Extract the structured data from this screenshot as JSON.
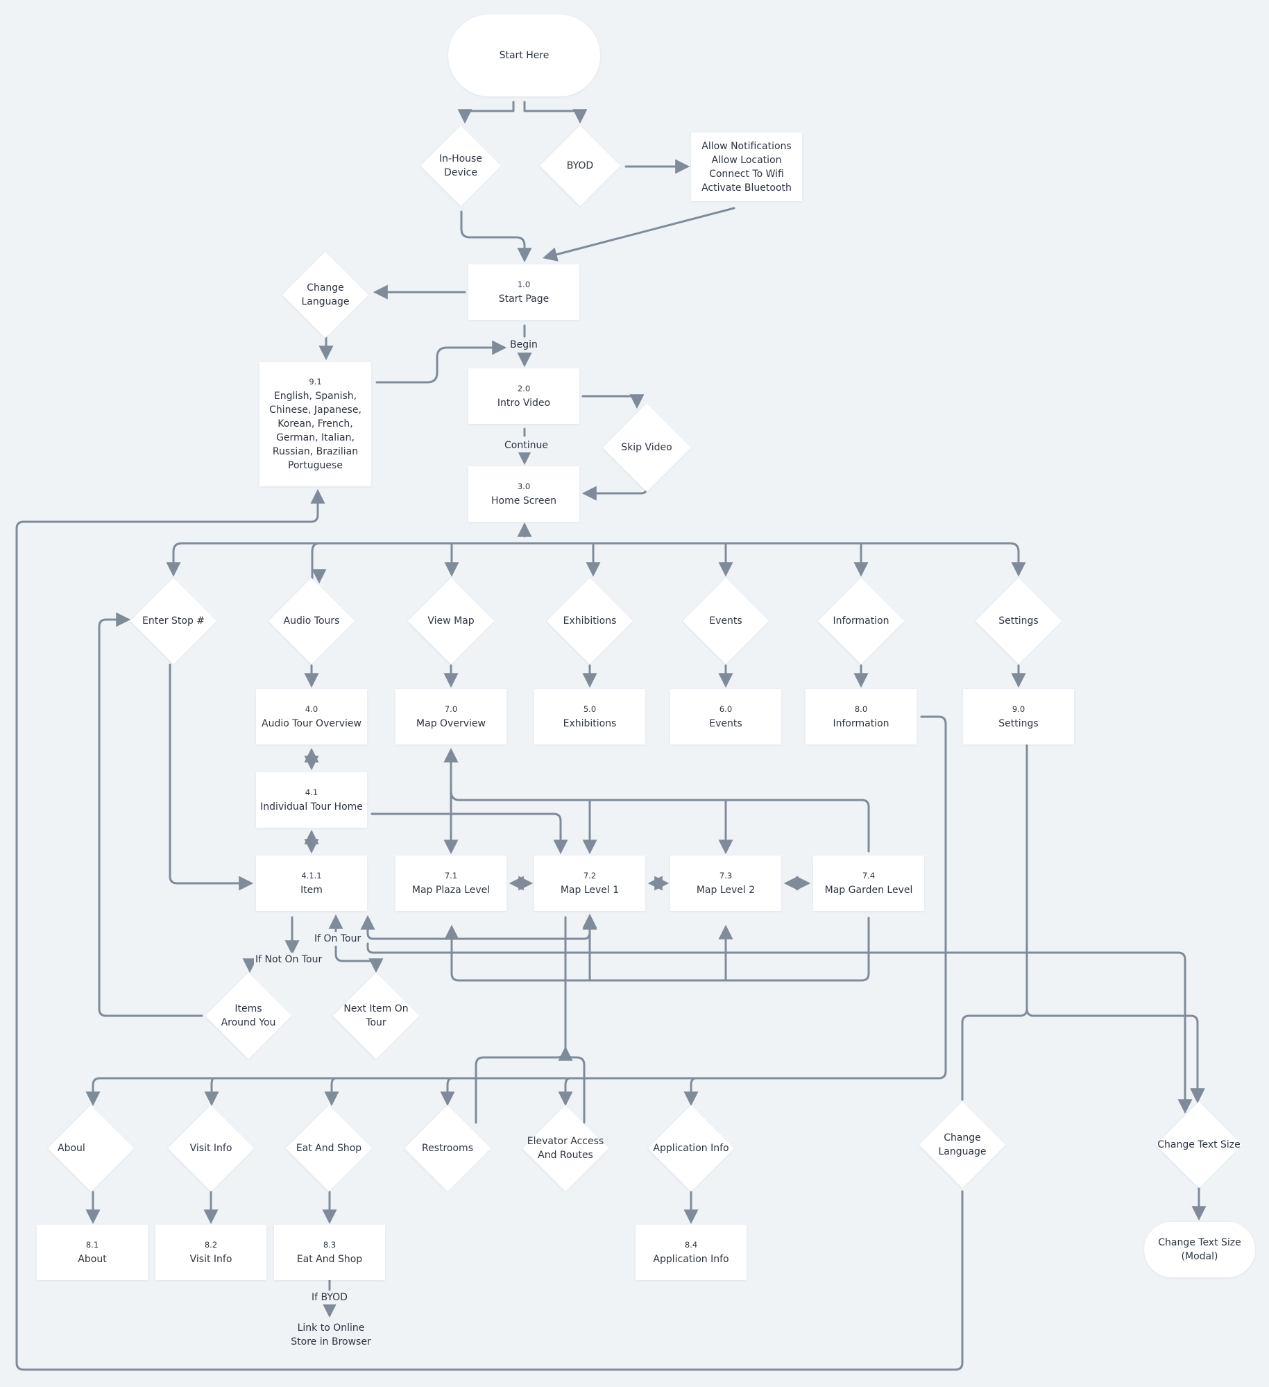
{
  "colors": {
    "background": "#eff3f6",
    "node_fill": "#ffffff",
    "connector": "#7f8b99",
    "text": "#2d3440"
  },
  "start": "Start Here",
  "entry": {
    "in_house": "In-House\nDevice",
    "byod": "BYOD",
    "permissions": "Allow Notifications\nAllow Location\nConnect To Wifi\nActivate Bluetooth"
  },
  "start_page": {
    "num": "1.0",
    "label": "Start Page"
  },
  "change_language_top": "Change\nLanguage",
  "languages": {
    "num": "9.1",
    "label": "English, Spanish,\nChinese, Japanese,\nKorean, French,\nGerman, Italian,\nRussian, Brazilian\nPortuguese"
  },
  "begin_label": "Begin",
  "intro_video": {
    "num": "2.0",
    "label": "Intro Video"
  },
  "skip_video": "Skip Video",
  "continue_label": "Continue",
  "home_screen": {
    "num": "3.0",
    "label": "Home Screen"
  },
  "menu": {
    "enter_stop": "Enter Stop #",
    "audio_tours": "Audio Tours",
    "view_map": "View Map",
    "exhibitions": "Exhibitions",
    "events": "Events",
    "information": "Information",
    "settings": "Settings"
  },
  "screens": {
    "audio_overview": {
      "num": "4.0",
      "label": "Audio Tour Overview"
    },
    "map_overview": {
      "num": "7.0",
      "label": "Map Overview"
    },
    "exhibitions": {
      "num": "5.0",
      "label": "Exhibitions"
    },
    "events": {
      "num": "6.0",
      "label": "Events"
    },
    "information": {
      "num": "8.0",
      "label": "Information"
    },
    "settings": {
      "num": "9.0",
      "label": "Settings"
    },
    "tour_home": {
      "num": "4.1",
      "label": "Individual Tour Home"
    },
    "item": {
      "num": "4.1.1",
      "label": "Item"
    },
    "map_plaza": {
      "num": "7.1",
      "label": "Map Plaza Level"
    },
    "map_level1": {
      "num": "7.2",
      "label": "Map Level 1"
    },
    "map_level2": {
      "num": "7.3",
      "label": "Map Level 2"
    },
    "map_garden": {
      "num": "7.4",
      "label": "Map Garden Level"
    }
  },
  "item_labels": {
    "if_on_tour": "If On Tour",
    "if_not_on_tour": "If Not On Tour"
  },
  "item_options": {
    "items_around": "Items\nAround You",
    "next_item": "Next Item On\nTour"
  },
  "info_options": {
    "about": "Aboul",
    "visit_info": "Visit Info",
    "eat_shop": "Eat And Shop",
    "restrooms": "Restrooms",
    "elevator": "Elevator Access\nAnd Routes",
    "app_info": "Application Info"
  },
  "settings_options": {
    "change_language": "Change\nLanguage",
    "change_text_size": "Change Text Size"
  },
  "info_screens": {
    "about": {
      "num": "8.1",
      "label": "About"
    },
    "visit_info": {
      "num": "8.2",
      "label": "Visit Info"
    },
    "eat_shop": {
      "num": "8.3",
      "label": "Eat And Shop"
    },
    "app_info": {
      "num": "8.4",
      "label": "Application Info"
    }
  },
  "if_byod_label": "If BYOD",
  "online_store": "Link to Online\nStore in Browser",
  "text_size_modal": "Change Text Size\n(Modal)"
}
